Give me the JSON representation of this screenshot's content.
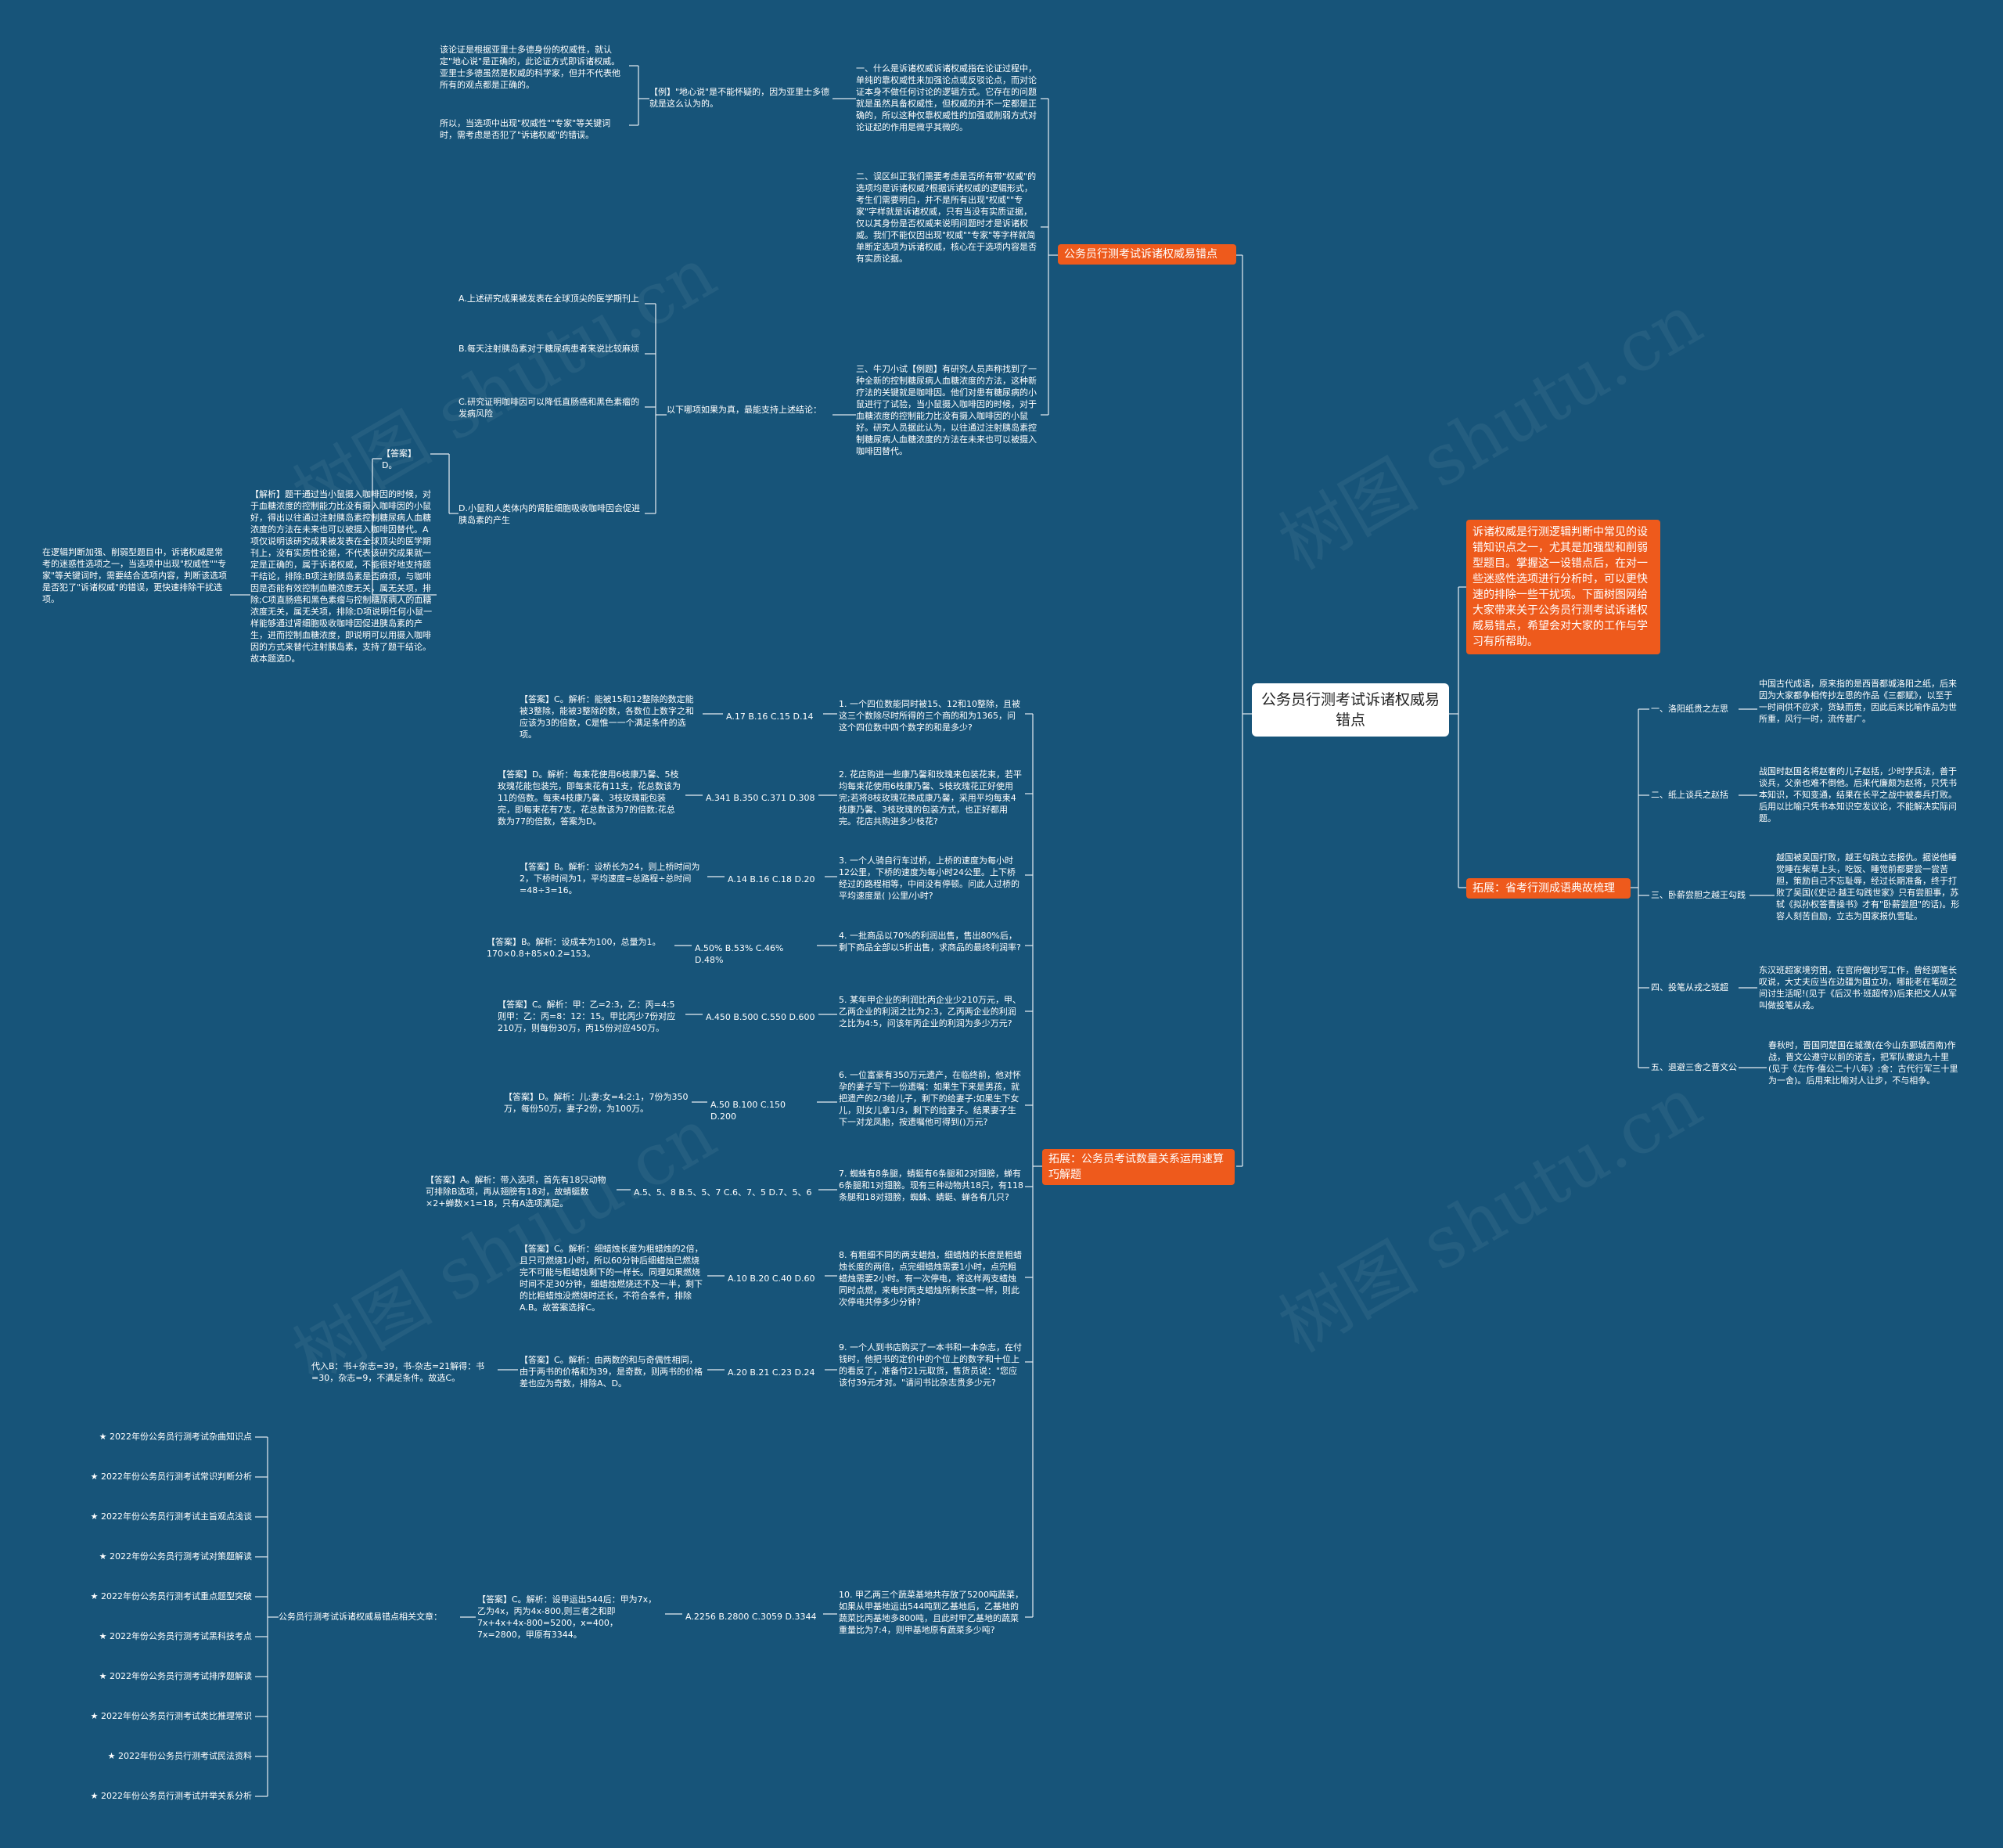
{
  "root": {
    "label": "公务员行测考试诉诸权威易错点"
  },
  "intro": {
    "text": "诉诸权威是行测逻辑判断中常见的设错知识点之一，尤其是加强型和削弱型题目。掌握这一设错点后，在对一些迷惑性选项进行分析时，可以更快速的排除一些干扰项。下面树图网给大家带来关于公务员行测考试诉诸权威易错点，希望会对大家的工作与学习有所帮助。"
  },
  "hubs": {
    "errors": "公务员行测考试诉诸权威易错点",
    "idioms": "拓展：省考行测成语典故梳理",
    "math": "拓展：公务员考试数量关系运用速算巧解题"
  },
  "errors": {
    "p1": "一、什么是诉诸权威诉诸权威指在论证过程中，单纯的靠权威性来加强论点或反驳论点，而对论证本身不做任何讨论的逻辑方式。它存在的问题就是虽然具备权威性，但权威的并不一定都是正确的，所以这种仅靠权威性的加强或削弱方式对论证起的作用是微乎其微的。",
    "p1_example": "【例】\"地心说\"是不能怀疑的，因为亚里士多德就是这么认为的。",
    "p1_note1": "该论证是根据亚里士多德身份的权威性，就认定\"地心说\"是正确的，此论证方式即诉诸权威。亚里士多德虽然是权威的科学家，但并不代表他所有的观点都是正确的。",
    "p1_note2": "所以，当选项中出现\"权威性\"\"专家\"等关键词时，需考虑是否犯了\"诉诸权威\"的错误。",
    "p2": "二、误区纠正我们需要考虑是否所有带\"权威\"的选项均是诉诸权威?根据诉诸权威的逻辑形式，考生们需要明白，并不是所有出现\"权威\"\"专家\"字样就是诉诸权威，只有当没有实质证据，仅以其身份是否权威来说明问题时才是诉诸权威。我们不能仅因出现\"权威\"\"专家\"等字样就简单断定选项为诉诸权威，核心在于选项内容是否有实质论据。",
    "p3": "三、牛刀小试【例题】有研究人员声称找到了一种全新的控制糖尿病人血糖浓度的方法，这种新疗法的关键就是咖啡因。他们对患有糖尿病的小鼠进行了试验，当小鼠摄入咖啡因的时候，对于血糖浓度的控制能力比没有摄入咖啡因的小鼠好。研究人员据此认为，以往通过注射胰岛素控制糖尿病人血糖浓度的方法在未来也可以被摄入咖啡因替代。",
    "p3_q": "以下哪项如果为真，最能支持上述结论：",
    "opt_a": "A.上述研究成果被发表在全球顶尖的医学期刊上",
    "opt_b": "B.每天注射胰岛素对于糖尿病患者来说比较麻烦",
    "opt_c": "C.研究证明咖啡因可以降低直肠癌和黑色素瘤的发病风险",
    "opt_d": "D.小鼠和人类体内的肾脏细胞吸收咖啡因会促进胰岛素的产生",
    "answer": "【答案】D。",
    "analysis": "【解析】题干通过当小鼠摄入咖啡因的时候，对于血糖浓度的控制能力比没有摄入咖啡因的小鼠好，得出以往通过注射胰岛素控制糖尿病人血糖浓度的方法在未来也可以被摄入咖啡因替代。A项仅说明该研究成果被发表在全球顶尖的医学期刊上，没有实质性论据，不代表该研究成果就一定是正确的，属于诉诸权威，不能很好地支持题干结论，排除;B项注射胰岛素是否麻烦，与咖啡因是否能有效控制血糖浓度无关，属无关项，排除;C项直肠癌和黑色素瘤与控制糖尿病人的血糖浓度无关，属无关项，排除;D项说明任何小鼠一样能够通过肾细胞吸收咖啡因促进胰岛素的产生，进而控制血糖浓度，即说明可以用摄入咖啡因的方式来替代注射胰岛素，支持了题干结论。故本题选D。",
    "summary": "在逻辑判断加强、削弱型题目中，诉诸权威是常考的迷惑性选项之一，当选项中出现\"权威性\"\"专家\"等关键词时，需要结合选项内容，判断该选项是否犯了\"诉诸权威\"的错误，更快速排除干扰选项。"
  },
  "idioms": [
    {
      "title": "一、洛阳纸贵之左思",
      "text": "中国古代成语，原来指的是西晋都城洛阳之纸，后来因为大家都争相传抄左思的作品《三都赋》，以至于一时间供不应求，货缺而贵，因此后来比喻作品为世所重，风行一时，流传甚广。"
    },
    {
      "title": "二、纸上谈兵之赵括",
      "text": "战国时赵国名将赵奢的儿子赵括，少时学兵法，善于谈兵，父亲也难不倒他。后来代廉颇为赵将，只凭书本知识，不知变通，结果在长平之战中被秦兵打败。后用以比喻只凭书本知识空发议论，不能解决实际问题。"
    },
    {
      "title": "三、卧薪尝胆之越王勾践",
      "text": "越国被吴国打败，越王勾践立志报仇。据说他睡觉睡在柴草上头，吃饭、睡觉前都要尝一尝苦胆，策励自己不忘耻辱，经过长期准备，终于打败了吴国(《史记·越王勾践世家》只有尝胆事，苏轼《拟孙权答曹操书》才有\"卧薪尝胆\"的话)。形容人刻苦自励，立志为国家报仇雪耻。"
    },
    {
      "title": "四、投笔从戎之班超",
      "text": "东汉班超家境穷困，在官府做抄写工作，曾经掷笔长叹说，大丈夫应当在边疆为国立功，哪能老在笔砚之间讨生活呢!(见于《后汉书·班超传》)后来把文人从军叫做投笔从戎。"
    },
    {
      "title": "五、退避三舍之晋文公",
      "text": "春秋时，晋国同楚国在城濮(在今山东鄄城西南)作战，晋文公遵守以前的诺言，把军队撤退九十里(见于《左传·僖公二十八年》;舍：古代行军三十里为一舍)。后用来比喻对人让步，不与相争。"
    }
  ],
  "math": [
    {
      "q": "1. 一个四位数能同时被15、12和10整除，且被这三个数除尽时所得的三个商的和为1365，问这个四位数中四个数字的和是多少?",
      "opts": "A.17 B.16 C.15 D.14",
      "ans": "【答案】C。解析：能被15和12整除的数定能被3整除，能被3整除的数，各数位上数字之和应该为3的倍数，C是惟一一个满足条件的选项。"
    },
    {
      "q": "2. 花店购进一些康乃馨和玫瑰来包装花束，若平均每束花使用6枝康乃馨、5枝玫瑰花正好使用完;若将8枝玫瑰花换成康乃馨，采用平均每束4枝康乃馨、3枝玫瑰的包装方式，也正好都用完。花店共购进多少枝花?",
      "opts": "A.341 B.350 C.371 D.308",
      "ans": "【答案】D。解析：每束花使用6枝康乃馨、5枝玫瑰花能包装完，即每束花有11支，花总数该为11的倍数。每束4枝康乃馨、3枝玫瑰能包装完，即每束花有7支，花总数该为7的倍数;花总数为77的倍数，答案为D。"
    },
    {
      "q": "3. 一个人骑自行车过桥，上桥的速度为每小时12公里，下桥的速度为每小时24公里。上下桥经过的路程相等，中间没有停顿。问此人过桥的平均速度是( )公里/小时?",
      "opts": "A.14 B.16 C.18 D.20",
      "ans": "【答案】B。解析：设桥长为24，则上桥时间为2，下桥时间为1，平均速度=总路程÷总时间=48÷3=16。"
    },
    {
      "q": "4. 一批商品以70%的利润出售，售出80%后，剩下商品全部以5折出售，求商品的最终利润率?",
      "opts": "A.50% B.53% C.46% D.48%",
      "ans": "【答案】B。解析：设成本为100，总量为1。170×0.8+85×0.2=153。"
    },
    {
      "q": "5. 某年甲企业的利润比丙企业少210万元，甲、乙两企业的利润之比为2:3，乙丙两企业的利润之比为4:5，问该年丙企业的利润为多少万元?",
      "opts": "A.450 B.500 C.550 D.600",
      "ans": "【答案】C。解析：甲：乙=2:3，乙：丙=4:5则甲：乙：丙=8：12：15。甲比丙少7份对应210万，则每份30万，丙15份对应450万。"
    },
    {
      "q": "6. 一位富豪有350万元遗产，在临终前，他对怀孕的妻子写下一份遗嘱：如果生下来是男孩，就把遗产的2/3给儿子，剩下的给妻子;如果生下女儿，则女儿拿1/3，剩下的给妻子。结果妻子生下一对龙凤胎，按遗嘱他可得到()万元?",
      "opts": "A.50 B.100 C.150 D.200",
      "ans": "【答案】D。解析：儿:妻:女=4:2:1，7份为350万，每份50万，妻子2份，为100万。"
    },
    {
      "q": "7. 蜘蛛有8条腿，蜻蜓有6条腿和2对翅膀，蝉有6条腿和1对翅膀。现有三种动物共18只，有118条腿和18对翅膀，蜘蛛、蜻蜓、蝉各有几只?",
      "opts": "A.5、5、8 B.5、5、7 C.6、7、5 D.7、5、6",
      "ans": "【答案】A。解析：带入选项，首先有18只动物可排除B选项，再从翅膀有18对，故蜻蜓数×2+蝉数×1=18，只有A选项满足。"
    },
    {
      "q": "8. 有粗细不同的两支蜡烛，细蜡烛的长度是粗蜡烛长度的两倍，点完细蜡烛需要1小时，点完粗蜡烛需要2小时。有一次停电，将这样两支蜡烛同时点燃，来电时两支蜡烛所剩长度一样，则此次停电共停多少分钟?",
      "opts": "A.10 B.20 C.40 D.60",
      "ans": "【答案】C。解析：细蜡烛长度为粗蜡烛的2倍，且只可燃烧1小时，所以60分钟后细蜡烛已燃烧完不可能与粗蜡烛剩下的一样长。同理如果燃烧时间不足30分钟，细蜡烛燃烧还不及一半，剩下的比粗蜡烛没燃烧时还长，不符合条件，排除A.B。故答案选择C。"
    },
    {
      "q": "9. 一个人到书店购买了一本书和一本杂志，在付钱时，他把书的定价中的个位上的数字和十位上的看反了，准备付21元取货，售货员说：\"您应该付39元才对。\"请问书比杂志贵多少元?",
      "opts": "A.20 B.21 C.23 D.24",
      "ans": "【答案】C。解析：由两数的和与奇偶性相同，由于两书的价格和为39，是奇数，则两书的价格差也应为奇数，排除A、D。",
      "extra": "代入B：书+杂志=39，书-杂志=21解得：书=30，杂志=9，不满足条件。故选C。"
    },
    {
      "q": "10. 甲乙两三个蔬菜基地共存放了5200吨蔬菜，如果从甲基地运出544吨到乙基地后，乙基地的蔬菜比丙基地多800吨，且此时甲乙基地的蔬菜重量比为7:4，则甲基地原有蔬菜多少吨?",
      "opts": "A.2256 B.2800 C.3059 D.3344",
      "ans": "【答案】C。解析：设甲运出544后：甲为7x，乙为4x，丙为4x-800,则三者之和即7x+4x+4x-800=5200，x=400，7x=2800，甲原有3344。"
    }
  ],
  "related": {
    "label": "公务员行测考试诉诸权威易错点相关文章：",
    "items": [
      "★ 2022年份公务员行测考试杂曲知识点",
      "★ 2022年份公务员行测考试常识判断分析",
      "★ 2022年份公务员行测考试主旨观点浅谈",
      "★ 2022年份公务员行测考试对策题解读",
      "★ 2022年份公务员行测考试重点题型突破",
      "★ 2022年份公务员行测考试黑科技考点",
      "★ 2022年份公务员行测考试排序题解读",
      "★ 2022年份公务员行测考试类比推理常识",
      "★ 2022年份公务员行测考试民法资料",
      "★ 2022年份公务员行测考试并举关系分析"
    ]
  },
  "watermark": {
    "text": "树图 shutu.cn"
  },
  "colors": {
    "background": "#175479",
    "hub": "#ee5a1c",
    "root": "#ffffff",
    "link": "#c9d6e0"
  }
}
